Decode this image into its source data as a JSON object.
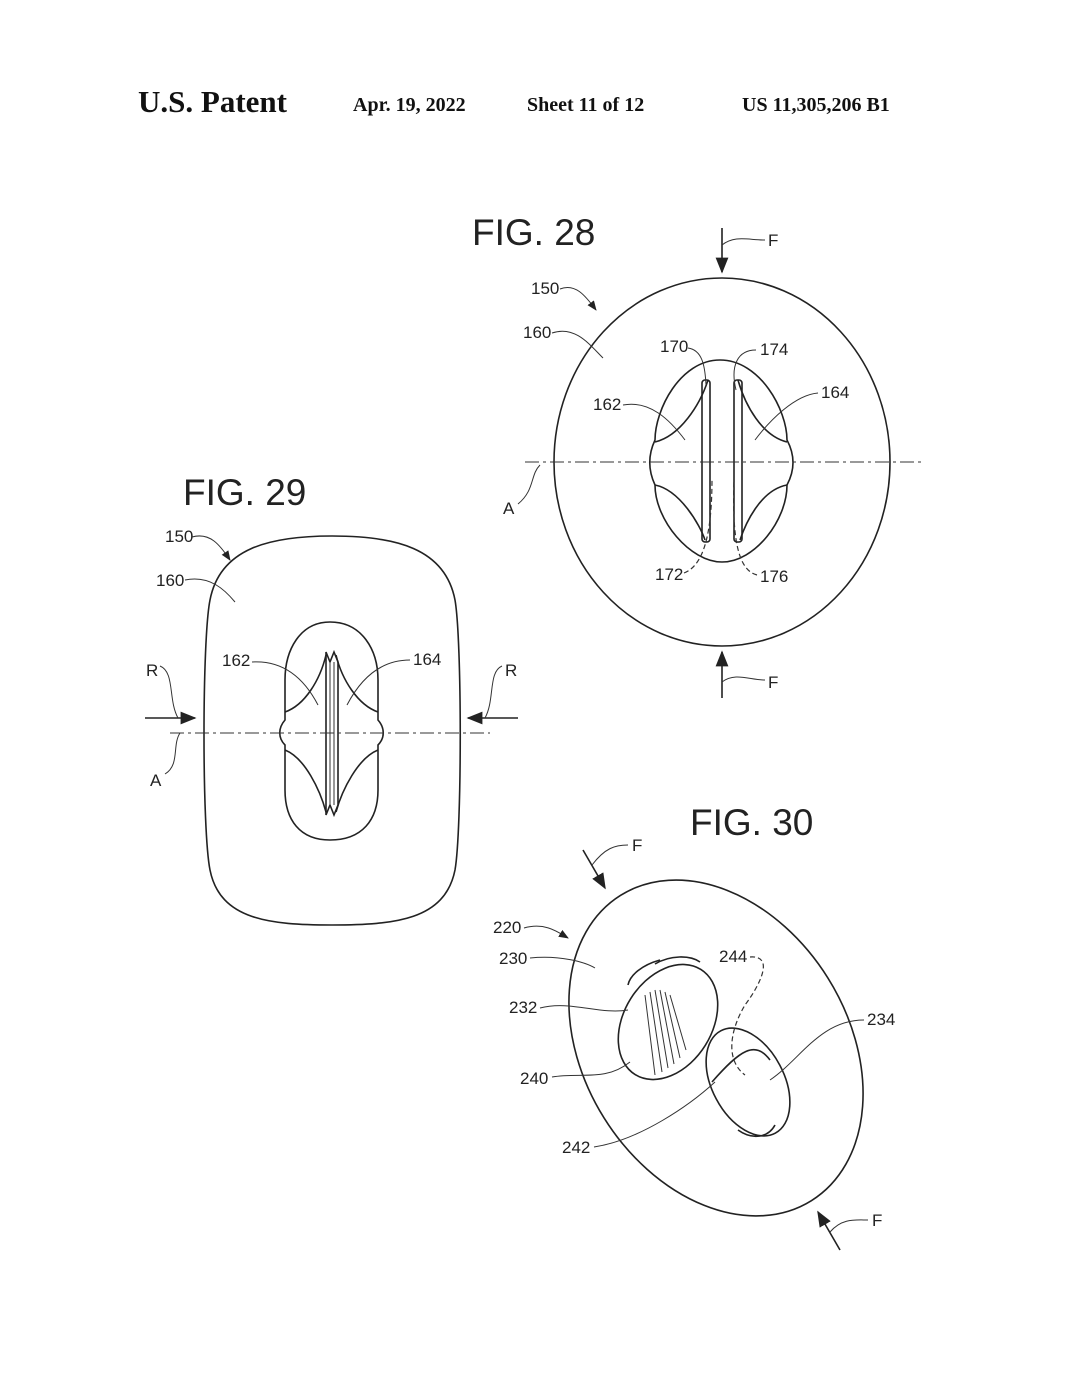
{
  "header": {
    "title": "U.S. Patent",
    "date": "Apr. 19, 2022",
    "sheet": "Sheet 11 of 12",
    "patent_number": "US 11,305,206 B1"
  },
  "figures": {
    "fig28": {
      "title": "FIG. 28",
      "labels": {
        "l150": "150",
        "l160": "160",
        "l170": "170",
        "l174": "174",
        "l162": "162",
        "l164": "164",
        "l172": "172",
        "l176": "176",
        "axis": "A",
        "force_top": "F",
        "force_bottom": "F"
      }
    },
    "fig29": {
      "title": "FIG. 29",
      "labels": {
        "l150": "150",
        "l160": "160",
        "l162": "162",
        "l164": "164",
        "r_left": "R",
        "r_right": "R",
        "axis": "A"
      }
    },
    "fig30": {
      "title": "FIG. 30",
      "labels": {
        "force_top": "F",
        "l220": "220",
        "l230": "230",
        "l244": "244",
        "l232": "232",
        "l234": "234",
        "l240": "240",
        "l242": "242",
        "force_bottom": "F"
      }
    }
  }
}
